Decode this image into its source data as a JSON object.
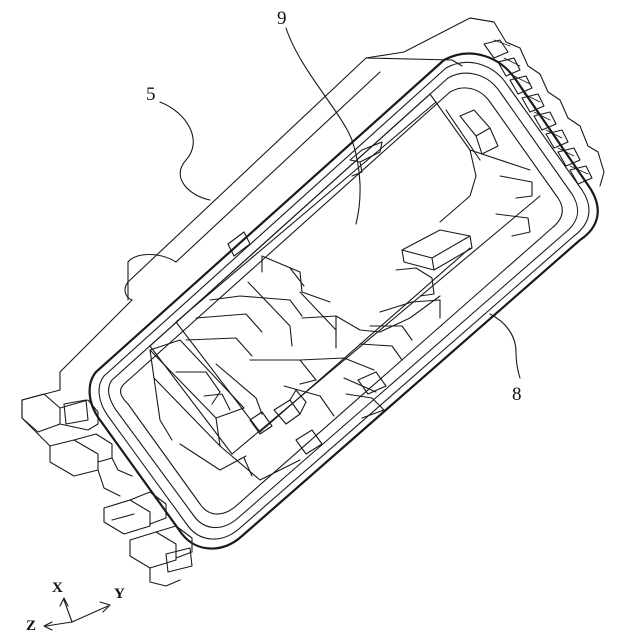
{
  "labels": {
    "ref_5": "5",
    "ref_9": "9",
    "ref_8": "8"
  },
  "axes": {
    "x": "X",
    "y": "Y",
    "z": "Z"
  }
}
